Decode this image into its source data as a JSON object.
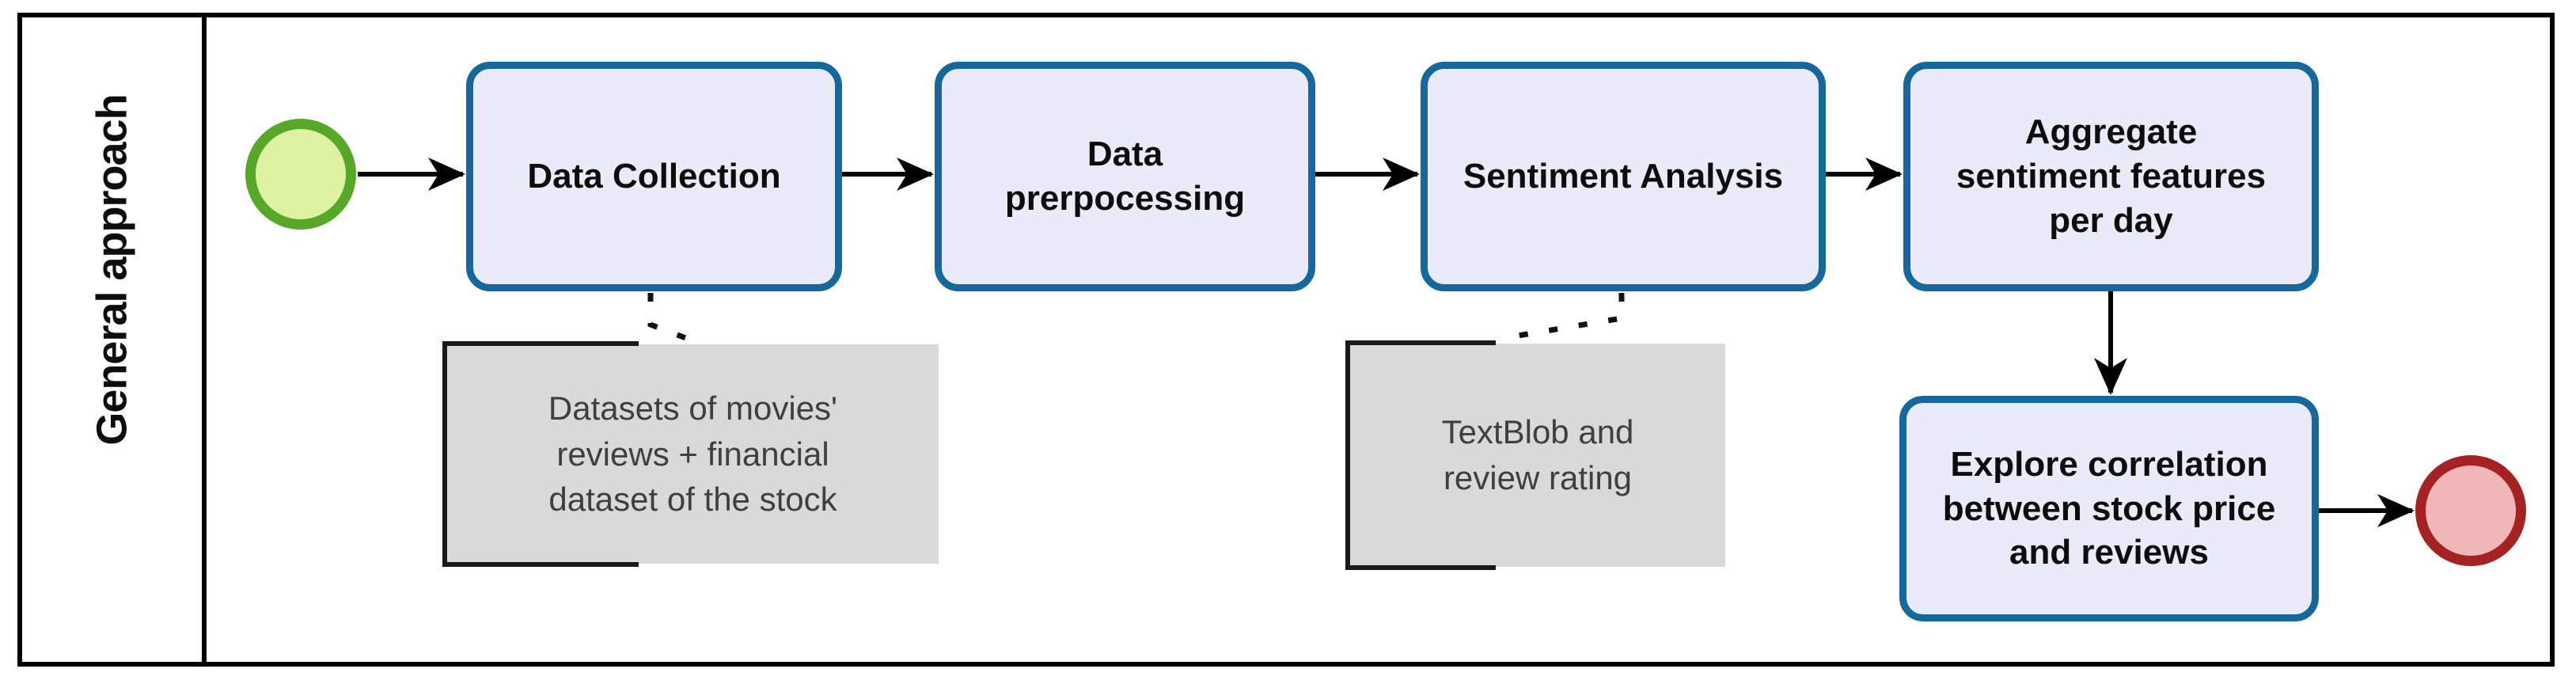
{
  "pool": {
    "lane_label": "General approach"
  },
  "flow": {
    "tasks": [
      {
        "name": "data-collection",
        "lines": [
          "Data Collection"
        ]
      },
      {
        "name": "data-preprocessing",
        "lines": [
          "Data",
          "prerpocessing"
        ]
      },
      {
        "name": "sentiment-analysis",
        "lines": [
          "Sentiment Analysis"
        ]
      },
      {
        "name": "aggregate-sentiment",
        "lines": [
          "Aggregate",
          "sentiment features",
          "per day"
        ]
      },
      {
        "name": "explore-correlation",
        "lines": [
          "Explore correlation",
          "between stock price",
          "and reviews"
        ]
      }
    ],
    "annotations": [
      {
        "name": "datasets-note",
        "lines": [
          "Datasets of movies'",
          "reviews + financial",
          "dataset of the stock"
        ]
      },
      {
        "name": "textblob-note",
        "lines": [
          "TextBlob and",
          "review rating"
        ]
      }
    ]
  },
  "colors": {
    "task_border": "#15689b",
    "task_fill": "#e9ecf8",
    "start_event_border": "#57a728",
    "start_event_fill": "#ddf3a1",
    "end_event_border": "#a42222",
    "end_event_fill": "#f1b6b8",
    "note_fill": "#d9d9d9",
    "note_text": "#3f3f3f",
    "line": "#000000"
  }
}
